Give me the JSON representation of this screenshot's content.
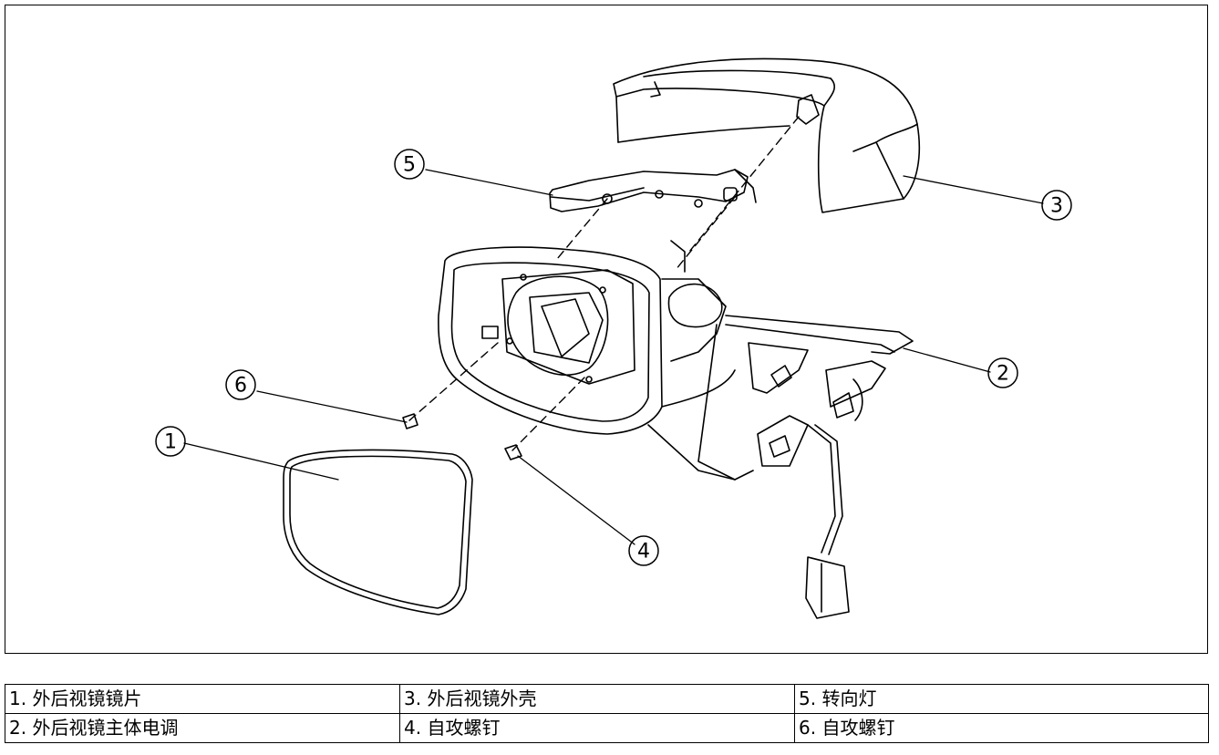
{
  "callouts": [
    {
      "id": "callout-1",
      "label": "1"
    },
    {
      "id": "callout-2",
      "label": "2"
    },
    {
      "id": "callout-3",
      "label": "3"
    },
    {
      "id": "callout-4",
      "label": "4"
    },
    {
      "id": "callout-5",
      "label": "5"
    },
    {
      "id": "callout-6",
      "label": "6"
    }
  ],
  "parts_table": {
    "rows": [
      [
        "1. 外后视镜镜片",
        "3. 外后视镜外壳",
        "5. 转向灯"
      ],
      [
        "2. 外后视镜主体电调",
        "4. 自攻螺钉",
        "6. 自攻螺钉"
      ]
    ]
  },
  "colors": {
    "line": "#000000",
    "background": "#ffffff"
  }
}
